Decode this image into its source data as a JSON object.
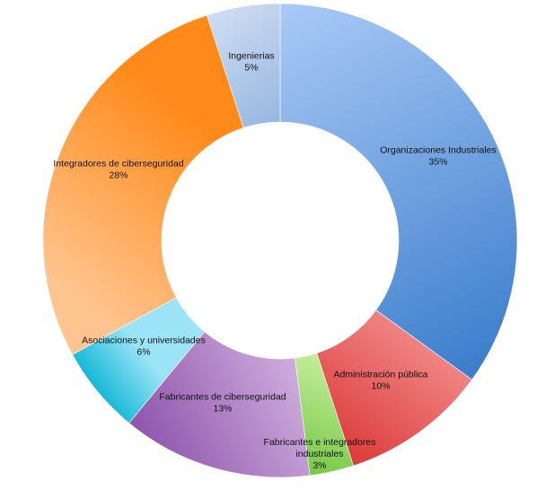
{
  "chart_data": {
    "type": "pie",
    "donut": true,
    "title": "",
    "legend": "none",
    "slices": [
      {
        "label": [
          "Organizaciones Industriales"
        ],
        "percent_label": "35%",
        "value": 35,
        "color_light": "#aacaf6",
        "color_dark": "#3a7dcc"
      },
      {
        "label": [
          "Administración pública"
        ],
        "percent_label": "10%",
        "value": 10,
        "color_light": "#f7a2a0",
        "color_dark": "#dc3a3a"
      },
      {
        "label": [
          "Fabricantes e integradores",
          "industriales"
        ],
        "percent_label": "3%",
        "value": 3,
        "color_light": "#ccf2a4",
        "color_dark": "#76c846"
      },
      {
        "label": [
          "Fabricantes de ciberseguridad"
        ],
        "percent_label": "13%",
        "value": 13,
        "color_light": "#d4b4e2",
        "color_dark": "#8a4ea8"
      },
      {
        "label": [
          "Asociaciones y universidades"
        ],
        "percent_label": "6%",
        "value": 6,
        "color_light": "#9be4f7",
        "color_dark": "#00b2d2"
      },
      {
        "label": [
          "Integradores de ciberseguridad"
        ],
        "percent_label": "28%",
        "value": 28,
        "color_light": "#ffc590",
        "color_dark": "#ff8a1a"
      },
      {
        "label": [
          "Ingenierias"
        ],
        "percent_label": "5%",
        "value": 5,
        "color_light": "#cfddf3",
        "color_dark": "#97b7e0"
      }
    ]
  }
}
